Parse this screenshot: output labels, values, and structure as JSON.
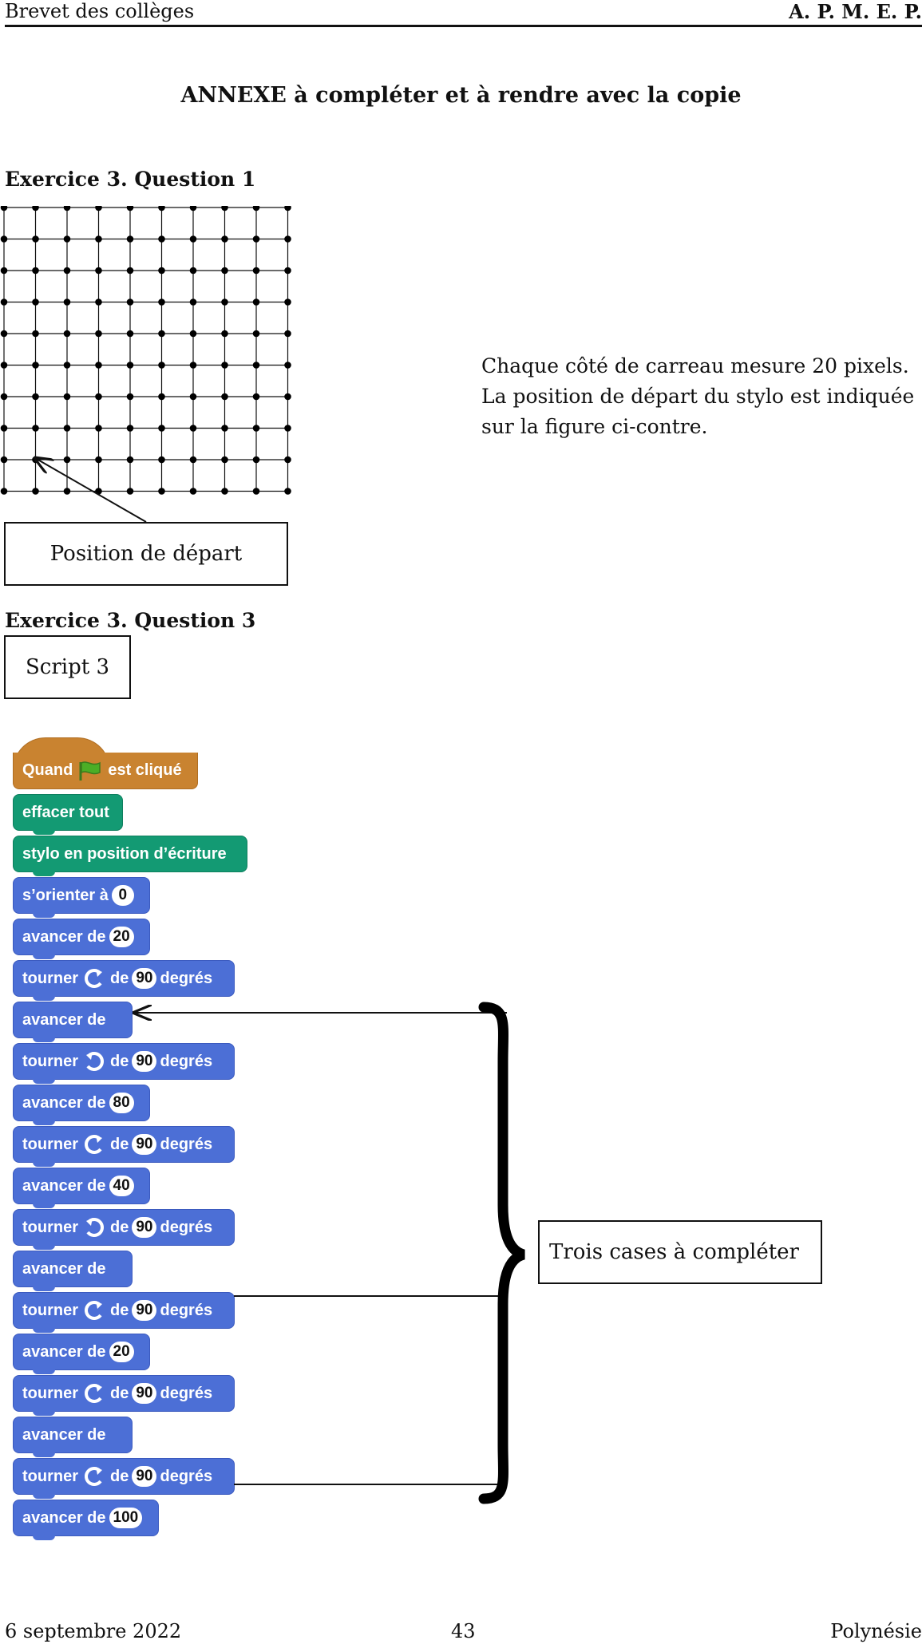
{
  "header": {
    "left": "Brevet des collèges",
    "right": "A. P. M. E. P."
  },
  "title": "ANNEXE à compléter et à rendre avec la copie",
  "q1": {
    "heading": "Exercice 3. Question 1",
    "start_label": "Position de départ",
    "description": [
      "Chaque côté de carreau mesure 20 pixels.",
      "La position de départ du stylo est indiquée",
      "sur la figure ci-contre."
    ]
  },
  "q3": {
    "heading": "Exercice 3. Question 3",
    "script_label": "Script 3",
    "bracket_label": "Trois cases à compléter"
  },
  "script": {
    "hat": {
      "before": "Quand",
      "after": "est cliqué",
      "icon": "green-flag-icon"
    },
    "clear": "effacer tout",
    "pen_down": "stylo en position d’écriture",
    "orient_label": "s’orienter à",
    "orient_value": "0",
    "forward_label": "avancer de",
    "turn_label": "tourner",
    "turn_de": "de",
    "turn_deg": "degrés",
    "turn_value": "90",
    "forward_values": [
      "20",
      "",
      "80",
      "40",
      "",
      "20",
      "",
      "100"
    ]
  },
  "footer": {
    "left": "6 septembre 2022",
    "center": "43",
    "right": "Polynésie"
  },
  "colors": {
    "motion": "#4c6fd6",
    "pen": "#139a73",
    "event": "#c98330"
  }
}
